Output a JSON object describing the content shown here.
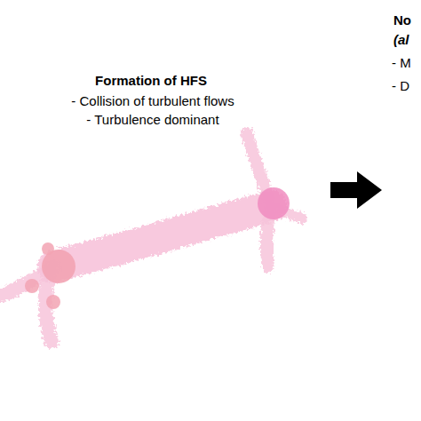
{
  "diagram": {
    "title": "Formation of HFS",
    "labels": [
      "- Collision of turbulent flows",
      "- Turbulence dominant",
      "No",
      "(al",
      "- M",
      "- D"
    ]
  }
}
